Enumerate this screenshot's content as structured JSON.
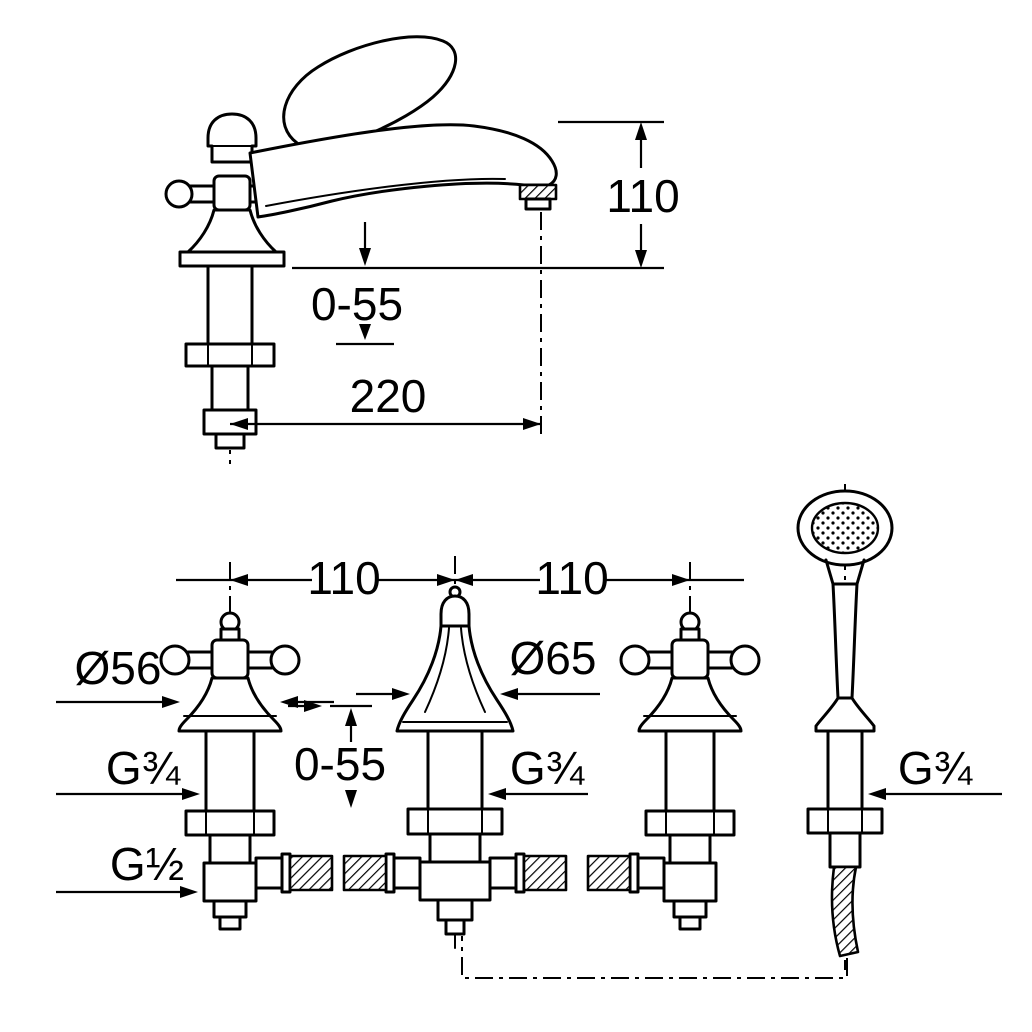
{
  "drawing": {
    "top_view": {
      "height": "110",
      "clamp_range": "0-55",
      "reach": "220"
    },
    "bottom_view": {
      "spacing_left": "110",
      "spacing_right": "110",
      "handle_diameter": "Ø56",
      "spout_diameter": "Ø65",
      "clamp_range": "0-55",
      "thread_left": "G¾",
      "thread_center": "G¾",
      "thread_shower": "G¾",
      "thread_bottom": "G½"
    }
  }
}
